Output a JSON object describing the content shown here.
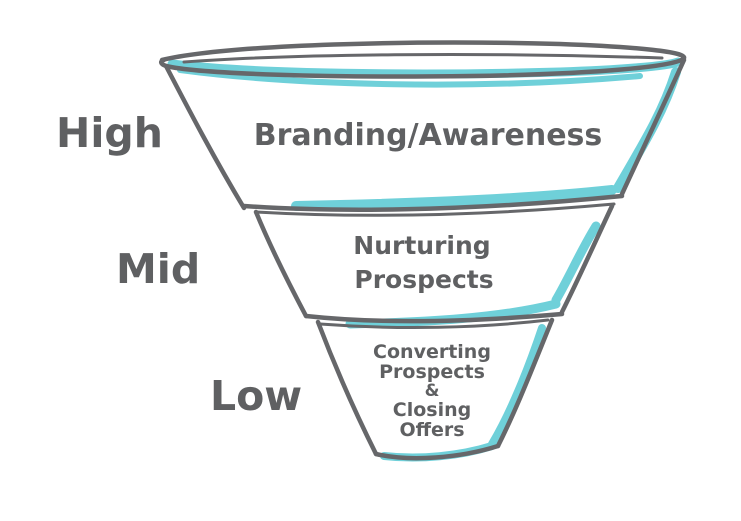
{
  "colors": {
    "outline": "#66676a",
    "accent": "#6fd0d9",
    "text": "#5f6062",
    "background": "#ffffff"
  },
  "levels": {
    "high": "High",
    "mid": "Mid",
    "low": "Low"
  },
  "stages": {
    "top": {
      "line1": "Branding/Awareness"
    },
    "middle": {
      "line1": "Nurturing",
      "line2": "Prospects"
    },
    "bottom": {
      "line1": "Converting",
      "line2": "Prospects",
      "line3": "&",
      "line4": "Closing",
      "line5": "Offers"
    }
  }
}
